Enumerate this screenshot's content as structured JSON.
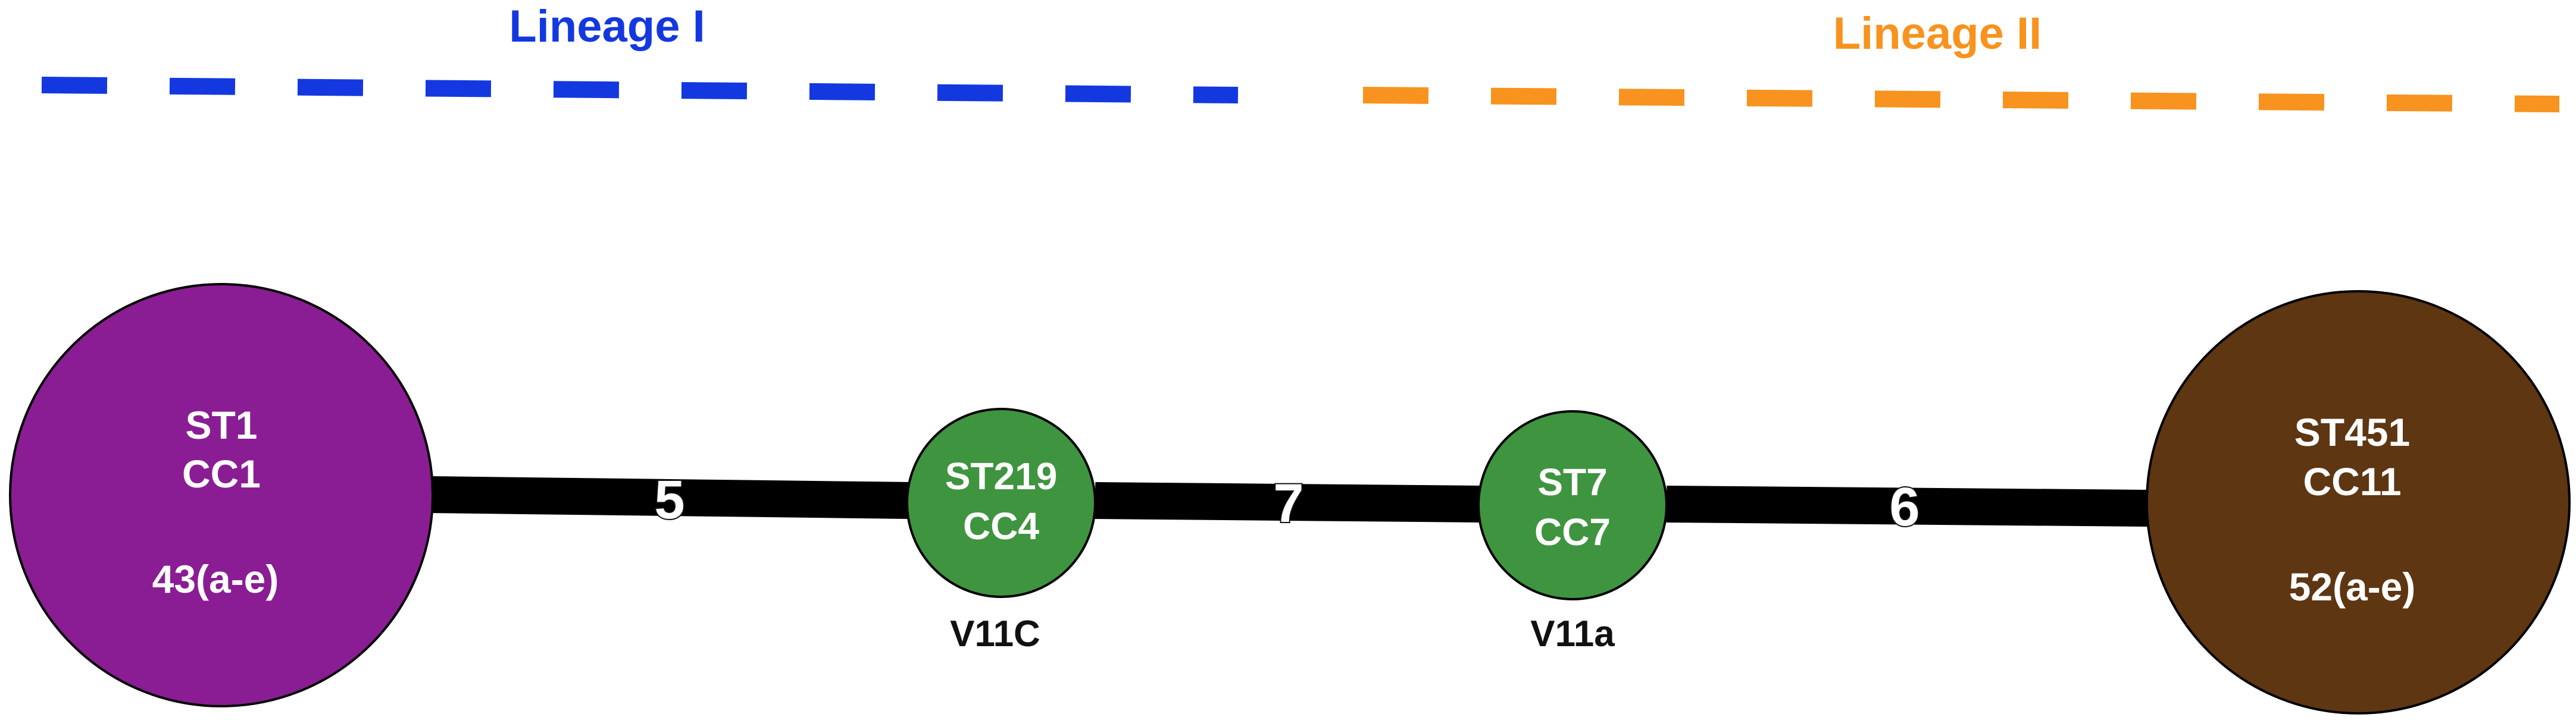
{
  "lineages": [
    {
      "label": "Lineage I",
      "color": "#1438e0"
    },
    {
      "label": "Lineage II",
      "color": "#f7931e"
    }
  ],
  "nodes": [
    {
      "id": "st1",
      "st": "ST1",
      "cc": "CC1",
      "count": "43(a-e)",
      "sublabel": "",
      "color": "#8a1d93"
    },
    {
      "id": "st219",
      "st": "ST219",
      "cc": "CC4",
      "count": "",
      "sublabel": "V11C",
      "color": "#3f9440"
    },
    {
      "id": "st7",
      "st": "ST7",
      "cc": "CC7",
      "count": "",
      "sublabel": "V11a",
      "color": "#3f9440"
    },
    {
      "id": "st451",
      "st": "ST451",
      "cc": "CC11",
      "count": "52(a-e)",
      "sublabel": "",
      "color": "#5e3612"
    }
  ],
  "edges": [
    {
      "from": "st1",
      "to": "st219",
      "label": "5"
    },
    {
      "from": "st219",
      "to": "st7",
      "label": "7"
    },
    {
      "from": "st7",
      "to": "st451",
      "label": "6"
    }
  ]
}
